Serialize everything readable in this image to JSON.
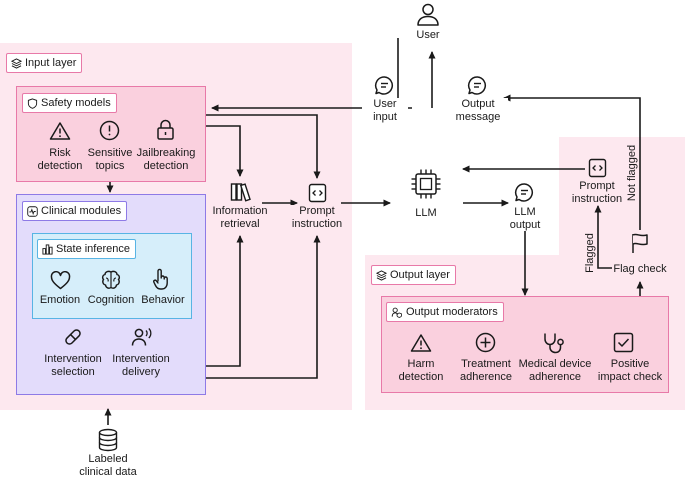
{
  "colors": {
    "pink_zone": "#fde8ef",
    "pink_box": "#fad0de",
    "pink_border": "#e879a8",
    "purple_box": "#e3dcfb",
    "purple_border": "#8e7ae6",
    "blue_box": "#d6eefa",
    "blue_border": "#58b4e4",
    "ink": "#1a1a1a"
  },
  "nodes": {
    "user": "User",
    "user_input": "User\ninput",
    "output_message": "Output\nmessage",
    "information_retrieval": "Information\nretrieval",
    "prompt_instruction_left": "Prompt\ninstruction",
    "llm": "LLM",
    "llm_output": "LLM\noutput",
    "prompt_instruction_right": "Prompt\ninstruction",
    "flag_check": "Flag check",
    "flagged": "Flagged",
    "not_flagged": "Not flagged",
    "labeled_clinical_data": "Labeled\nclinical data"
  },
  "input_layer": {
    "title": "Input layer",
    "safety_models": {
      "title": "Safety models",
      "items": [
        "Risk\ndetection",
        "Sensitive\ntopics",
        "Jailbreaking\ndetection"
      ]
    },
    "clinical_modules": {
      "title": "Clinical modules",
      "state_inference": {
        "title": "State inference",
        "items": [
          "Emotion",
          "Cognition",
          "Behavior"
        ]
      },
      "items": [
        "Intervention\nselection",
        "Intervention\ndelivery"
      ]
    }
  },
  "output_layer": {
    "title": "Output layer",
    "output_moderators": {
      "title": "Output moderators",
      "items": [
        "Harm\ndetection",
        "Treatment\nadherence",
        "Medical device\nadherence",
        "Positive\nimpact check"
      ]
    }
  }
}
